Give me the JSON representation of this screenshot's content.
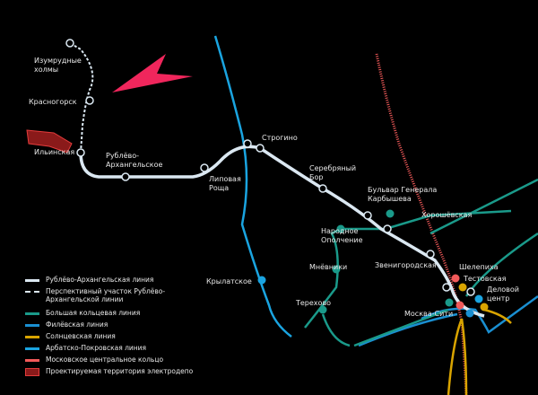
{
  "colors": {
    "rublevo": "#dbe8f2",
    "bkl": "#1a9a8a",
    "filevskaya": "#1a8fd1",
    "solntsevskaya": "#d9a400",
    "arbatsko": "#1aa4e0",
    "mck": "#f25a5a",
    "depot": "#e23b3b",
    "arrow": "#f0265c"
  },
  "stations": {
    "izumrudnye": "Изумрудные\nхолмы",
    "krasnogorsk": "Красногорск",
    "ilinskaya": "Ильинская",
    "rublevo": "Рублёво-\nАрхангельское",
    "lipovaya": "Липовая\nРоща",
    "strogino": "Строгино",
    "serebryany": "Серебряный\nБор",
    "karbysheva": "Бульвар Генерала\nКарбышева",
    "khoroshevskaya": "Хорошёвская",
    "opolchenie": "Народное\nОполчение",
    "mnevniki": "Мнёвники",
    "zvenigorodskaya": "Звенигородская",
    "krylatskoe": "Крылатское",
    "terekhovo": "Терехово",
    "shelepikha": "Шелепиха",
    "testovskaya": "Тестовская",
    "delovoy": "Деловой\nцентр",
    "moskva_siti": "Москва-Сити"
  },
  "legend": [
    {
      "label": "Рублёво-Архангельская линия",
      "color": "#dbe8f2",
      "style": "solid"
    },
    {
      "label": "Перспективный участок Рублёво-Архангельской линии",
      "color": "#dbe8f2",
      "style": "dashed"
    },
    {
      "label": "Большая кольцевая линия",
      "color": "#1a9a8a",
      "style": "solid"
    },
    {
      "label": "Филёвская линия",
      "color": "#1a8fd1",
      "style": "solid"
    },
    {
      "label": "Солнцевская линия",
      "color": "#d9a400",
      "style": "solid"
    },
    {
      "label": "Арбатско-Покровская линия",
      "color": "#1aa4e0",
      "style": "solid"
    },
    {
      "label": "Московское центральное кольцо",
      "color": "#f25a5a",
      "style": "solid"
    },
    {
      "label": "Проектируемая территория электродепо",
      "color": "#e23b3b",
      "style": "box"
    }
  ]
}
